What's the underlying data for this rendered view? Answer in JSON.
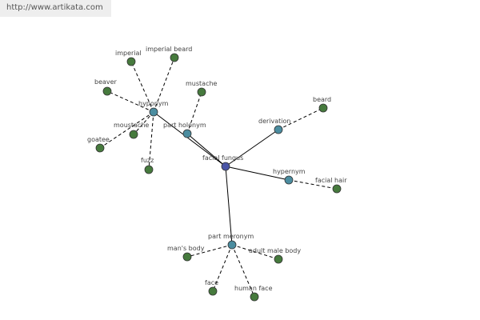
{
  "site": {
    "url_text": "http://www.artikata.com"
  },
  "colors": {
    "center_node": "#4a55a6",
    "relation_node": "#4b8da0",
    "leaf_node": "#467a3d",
    "edge": "#000000"
  },
  "graph": {
    "center": {
      "id": "center",
      "label": "facial fungus"
    },
    "relations": [
      {
        "id": "hyponym",
        "label": "hyponym"
      },
      {
        "id": "part-holonym",
        "label": "part holonym"
      },
      {
        "id": "derivation",
        "label": "derivation"
      },
      {
        "id": "hypernym",
        "label": "hypernym"
      },
      {
        "id": "part-meronym",
        "label": "part meronym"
      }
    ],
    "leaves": [
      {
        "id": "imperial",
        "label": "imperial",
        "relation": "hyponym"
      },
      {
        "id": "imperial-beard",
        "label": "imperial beard",
        "relation": "hyponym"
      },
      {
        "id": "beaver",
        "label": "beaver",
        "relation": "hyponym"
      },
      {
        "id": "goatee",
        "label": "goatee",
        "relation": "hyponym"
      },
      {
        "id": "moustache",
        "label": "moustache",
        "relation": "hyponym"
      },
      {
        "id": "fuzz",
        "label": "fuzz",
        "relation": "hyponym"
      },
      {
        "id": "mustache",
        "label": "mustache",
        "relation": "part-holonym"
      },
      {
        "id": "beard",
        "label": "beard",
        "relation": "derivation"
      },
      {
        "id": "facial-hair",
        "label": "facial hair",
        "relation": "hypernym"
      },
      {
        "id": "mans-body",
        "label": "man's body",
        "relation": "part-meronym"
      },
      {
        "id": "adult-male-body",
        "label": "adult male body",
        "relation": "part-meronym"
      },
      {
        "id": "face",
        "label": "face",
        "relation": "part-meronym"
      },
      {
        "id": "human-face",
        "label": "human face",
        "relation": "part-meronym"
      }
    ]
  }
}
